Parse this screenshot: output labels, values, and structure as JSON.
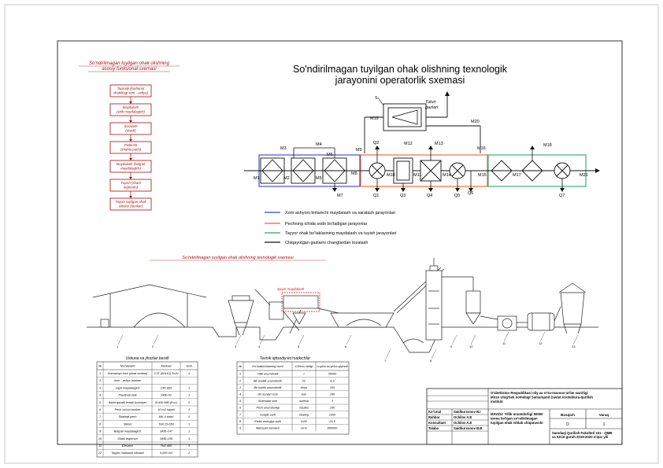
{
  "title": {
    "line1": "So'ndirilmagan tuyilgan ohak olishning texnologik",
    "line2": "jarayonini operatorlik sxemasi"
  },
  "block_scheme": {
    "title_line1": "So'ndirilmagan tuyilgan ohak olishning",
    "title_line2": "asosiy funksional sxemasi",
    "steps": [
      [
        "Tuproqli (karbonat",
        "shakldagi xom - ashyo)"
      ],
      [
        "Maydalash",
        "(yirik maydalagich)"
      ],
      [
        "Saralash",
        "(elash)"
      ],
      [
        "Pishirish",
        "(shahta pech)"
      ],
      [
        "Maydalash (bolg'ali",
        "maydalagich)"
      ],
      [
        "Tuyish (sharli",
        "tegirmon)"
      ],
      [
        "Tayyor tuyilgan ohak",
        "siloslar (bunker)"
      ]
    ]
  },
  "operator_scheme": {
    "labels": {
      "s": "S",
      "exhaust_line1": "Tutun",
      "exhaust_line2": "gazlari",
      "m1": "M1",
      "m2": "M2",
      "m3": "M3",
      "m4": "M4",
      "m5": "M5",
      "m6": "M6",
      "m7": "M7",
      "m8": "M8",
      "m9": "M9",
      "m10": "M10",
      "m11": "M11",
      "m12": "M12",
      "m13": "M13",
      "m14": "M14",
      "m15": "M15",
      "m16": "M16",
      "m17": "M17",
      "m18": "M18",
      "m19": "M19",
      "m20": "M20",
      "m21": "M21",
      "q1": "Q1",
      "q2": "Q2",
      "q3": "Q3",
      "q4": "Q4",
      "q5": "Q5",
      "q6": "Q6",
      "q7": "Q7"
    },
    "colors": {
      "blue": "#3b3bd6",
      "orange": "#e8602c",
      "green": "#2aa86a",
      "black": "#111111"
    },
    "legend": [
      "Xom ashyoni birlamchi maydalash va saralash jarayonlari",
      "Pechning ichida sodir bo'ladigan jarayonlar",
      "Tayyor ohak bo'laklarining maydalash va tuyish jarayonlari",
      "Chiqayotgan gazlarni changlardan tozalash"
    ]
  },
  "tech_scheme": {
    "title": "So'ndirilmagan tuyilgan ohak olishning texnologik sxemasi",
    "label_red": "Şayin maydalash",
    "item_numbers": [
      "1",
      "2",
      "3",
      "4",
      "5",
      "6",
      "7",
      "8",
      "9",
      "10",
      "11",
      "12",
      "13"
    ]
  },
  "table1": {
    "title": "Uskuna va jihozlar tavsifi",
    "headers": [
      "№",
      "Nomlanishi",
      "Markasi",
      "Soni"
    ],
    "rows": [
      [
        "1",
        "Xomashyo tosh (ohak ombori)",
        "2.5T (50x10) TxJV",
        "1"
      ],
      [
        "2",
        "Xom - ashyo bunkeri",
        "",
        ""
      ],
      [
        "3",
        "Jag'li maydalagich",
        "CM-16D",
        "1"
      ],
      [
        "4",
        "Plastinali elak",
        "SMD-61",
        "1"
      ],
      [
        "5",
        "Ikkita qavatli lentali konveyer",
        "B-500 MM (8 m)",
        "2"
      ],
      [
        "6",
        "Pech uchun bunker",
        "10 m3 hajmli",
        "1"
      ],
      [
        "7",
        "Shahtali pech",
        "MK-4 turbo",
        "1"
      ],
      [
        "8",
        "Siklon",
        "TsN 15-650",
        "1"
      ],
      [
        "9",
        "Bolg'ali maydalagich",
        "SMD-147",
        "1"
      ],
      [
        "10",
        "Sharli tegirmon",
        "SMD-155",
        "1"
      ],
      [
        "11",
        "Elevator",
        "TsG-400",
        "1"
      ],
      [
        "12",
        "Tayyor mahsulot siloslari",
        "5,000 m3",
        "2"
      ]
    ]
  },
  "table2": {
    "title": "Texnik iqtisodiy ko'rsatkichlar",
    "headers": [
      "№",
      "Ko'rsatkichlarning nomi",
      "O'lchov birligi",
      "Loyiha bo'yicha qiymati"
    ],
    "rows": [
      [
        "1",
        "Yillik unumdorlik",
        "t",
        "50000"
      ],
      [
        "2",
        "Bir soatlik unumdorlik",
        "t/s",
        "6,3"
      ],
      [
        "3",
        "Bir kunlik unumdorlik",
        "t/kun",
        "151"
      ],
      [
        "4",
        "Ish kunlari soni",
        "kun",
        "330"
      ],
      [
        "5",
        "Smenalar soni",
        "smena",
        "3"
      ],
      [
        "6",
        "Pech unumdorligi",
        "t/sutka",
        "150"
      ],
      [
        "7",
        "Issiqlik sarfi",
        "kkal/kg",
        "1050"
      ],
      [
        "8",
        "Elektr energiya sarfi",
        "kVt/t",
        "24,5"
      ],
      [
        "9",
        "Mahsulot tannarxi",
        "so'm",
        "850000"
      ]
    ]
  },
  "title_block": {
    "org": "O'zbekiston Respublikasi oliy va o'rta-maxsus ta'lim vazirligi Mirzo Ulug'bek nomidagi Samarqand Davlat Arxitektura-qurilish instituti",
    "subject": "MAVZU: Yillik unumdorligi 50000 tonna bo'lgan so'ndirilmagan tuyilgan ohak ishlab chiqaruvchi",
    "rows": [
      [
        "Ko'l.mal",
        "Saidburxonov B.I"
      ],
      [
        "Rahbar",
        "Ochilov A.E"
      ],
      [
        "Konsultant",
        "Ochilov A.E"
      ],
      [
        "Talaba",
        "Saidburxonov B.B"
      ]
    ],
    "sheet_label": "Bosqich",
    "sheets_label": "Varaq",
    "sheet_value": "D",
    "sheets_value": "1",
    "faculty": "Samdaqi Qurilish Fakulteti 101 - QMB va KICH guruh 2019-2020 o'quv yili"
  }
}
